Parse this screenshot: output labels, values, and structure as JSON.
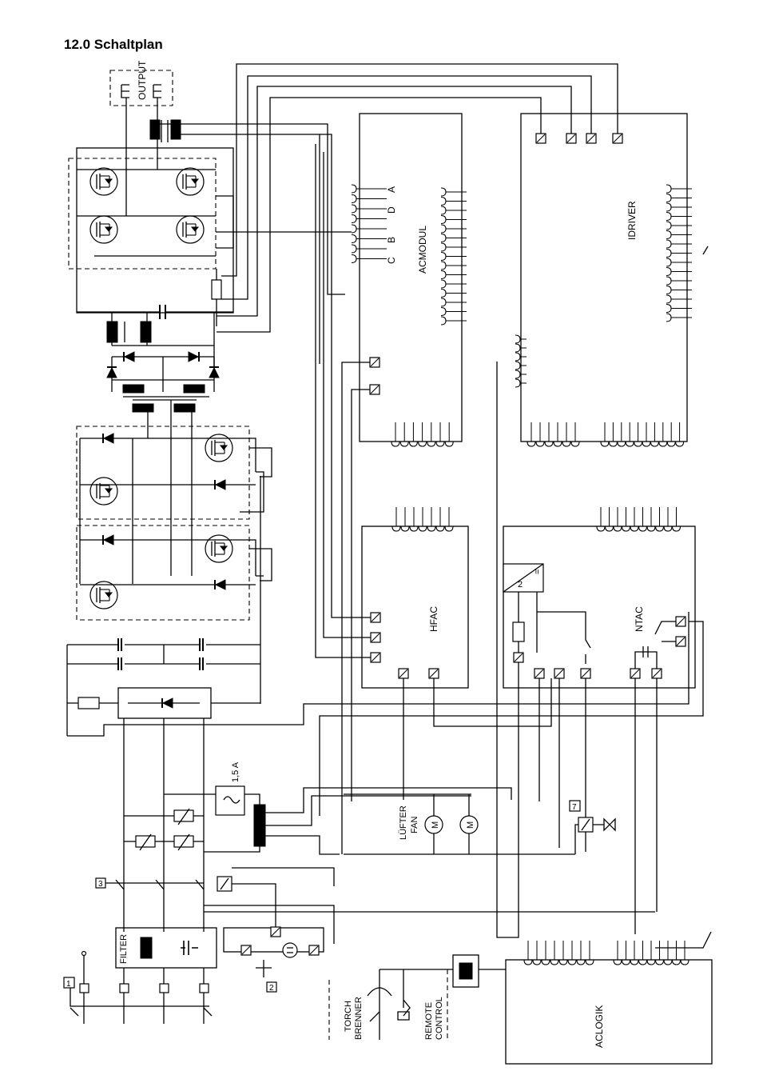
{
  "title": "12.0  Schaltplan",
  "labels": {
    "output": "OUTPUT",
    "acmodul": "ACMODUL",
    "idriver": "IDRIVER",
    "hfac": "HFAC",
    "ntac": "NTAC",
    "aclogik": "ACLOGIK",
    "filter": "FILTER",
    "fuse": "1,5 A",
    "fan_de": "LÜFTER",
    "fan_en": "FAN",
    "motor": "M",
    "torch_en": "TORCH",
    "torch_de": "BRENNER",
    "remote_1": "REMOTE",
    "remote_2": "CONTROL",
    "pin_a": "A",
    "pin_b": "B",
    "pin_c": "C",
    "pin_d": "D",
    "conv_in": "2",
    "conv_out": "=",
    "num_1": "1",
    "num_2": "2",
    "num_3": "3",
    "num_7": "7"
  }
}
